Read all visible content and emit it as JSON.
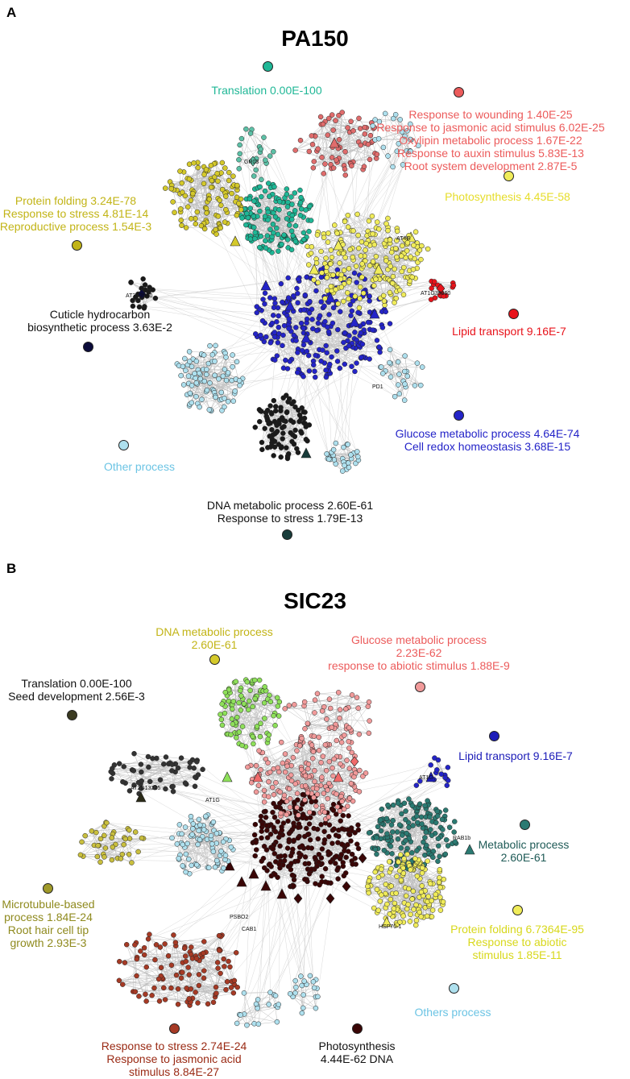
{
  "panels": [
    {
      "letter": "A",
      "title": "PA150",
      "labels": [
        {
          "lines": [
            "Translation 0.00E-100"
          ],
          "color": "#1fb796"
        },
        {
          "lines": [
            "Response to wounding 1.40E-25",
            "Response to jasmonic acid stimulus 6.02E-25",
            "Oxylipin metabolic process 1.67E-22",
            "Response to auxin stimulus 5.83E-13",
            "Root system development 2.87E-5"
          ],
          "color": "#ec5b5b"
        },
        {
          "lines": [
            "Protein folding 3.24E-78",
            "Response to stress 4.81E-14",
            "Reproductive process 1.54E-3"
          ],
          "color": "#c2b416"
        },
        {
          "lines": [
            "Photosynthesis 4.45E-58"
          ],
          "color": "#e6dd2a"
        },
        {
          "lines": [
            "Cuticle hydrocarbon",
            "biosynthetic process 3.63E-2"
          ],
          "color": "#111111"
        },
        {
          "lines": [
            "Lipid transport 9.16E-7"
          ],
          "color": "#e8131b"
        },
        {
          "lines": [
            "Glucose metabolic process 4.64E-74",
            "Cell redox homeostasis 3.68E-15"
          ],
          "color": "#2424c8"
        },
        {
          "lines": [
            "Other process"
          ],
          "color": "#6cc4e4"
        },
        {
          "lines": [
            "DNA metabolic process 2.60E-61",
            "Response to stress 1.79E-13"
          ],
          "color": "#111111"
        }
      ],
      "node_labels": [
        "GR03",
        "AT4G",
        "AT1G39860",
        "AT3G2940",
        "PD1"
      ]
    },
    {
      "letter": "B",
      "title": "SIC23",
      "labels": [
        {
          "lines": [
            "DNA metabolic process",
            "2.60E-61"
          ],
          "color": "#c2b416"
        },
        {
          "lines": [
            "Glucose metabolic process",
            "2.23E-62",
            "response to abiotic stimulus 1.88E-9"
          ],
          "color": "#ec5b5b"
        },
        {
          "lines": [
            "Translation 0.00E-100",
            "Seed development 2.56E-3"
          ],
          "color": "#111111"
        },
        {
          "lines": [
            "Lipid transport 9.16E-7"
          ],
          "color": "#1c1cb8"
        },
        {
          "lines": [
            "Metabolic process",
            "2.60E-61"
          ],
          "color": "#1e5a56"
        },
        {
          "lines": [
            "Microtubule-based",
            "process 1.84E-24",
            "Root hair cell tip",
            "growth 2.93E-3"
          ],
          "color": "#8f8a1e"
        },
        {
          "lines": [
            "Protein folding 6.7364E-95",
            "Response to abiotic",
            "stimulus 1.85E-11"
          ],
          "color": "#d8d81c"
        },
        {
          "lines": [
            "Others process"
          ],
          "color": "#6cc4e4"
        },
        {
          "lines": [
            "Response to stress 2.74E-24",
            "Response to jasmonic acid",
            "stimulus 8.84E-27"
          ],
          "color": "#9a2a14"
        },
        {
          "lines": [
            "Photosynthesis",
            "4.44E-62 DNA"
          ],
          "color": "#111111"
        }
      ],
      "node_labels": [
        "AT1G",
        "AT2G13225",
        "RAB1b",
        "AT1G",
        "HSP70-1",
        "PSBO2",
        "CAB1"
      ]
    }
  ],
  "colors": {
    "teal": "#1fb796",
    "salmon": "#ec5b5b",
    "olive_yellow": "#d4c92b",
    "yellow": "#f0ec5a",
    "blue": "#2424c8",
    "black": "#1a1a1a",
    "light_blue": "#aee0ee",
    "red": "#e8131b",
    "dark_navy": "#0b0b3a",
    "dark_teal": "#183c3a",
    "lime": "#8ee05a",
    "maroon": "#3a0606",
    "pink": "#f19a9a",
    "sea_green": "#2b7a72",
    "brick": "#a63a25",
    "khaki": "#c9bf3e"
  }
}
